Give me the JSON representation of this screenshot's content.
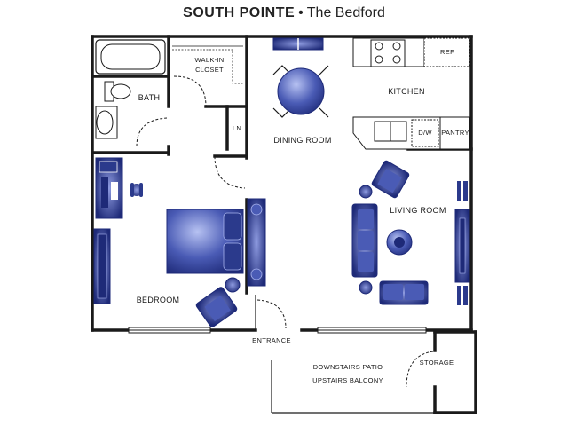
{
  "title": {
    "brand": "SOUTH POINTE",
    "separator": "•",
    "plan_name": "The Bedford"
  },
  "rooms": {
    "walk_in_closet_line1": "WALK-IN",
    "walk_in_closet_line2": "CLOSET",
    "bath": "BATH",
    "ln": "LN",
    "dining_room": "DINING ROOM",
    "kitchen": "KITCHEN",
    "ref": "REF",
    "dw": "D/W",
    "pantry": "PANTRY",
    "living_room": "LIVING ROOM",
    "bedroom": "BEDROOM",
    "entrance": "ENTRANCE",
    "patio_line1": "DOWNSTAIRS PATIO",
    "patio_line2": "UPSTAIRS  BALCONY",
    "storage": "STORAGE"
  },
  "colors": {
    "wall": "#1a1a1a",
    "furniture": "#2b3a8c",
    "furniture_light": "#a9b4ee"
  }
}
